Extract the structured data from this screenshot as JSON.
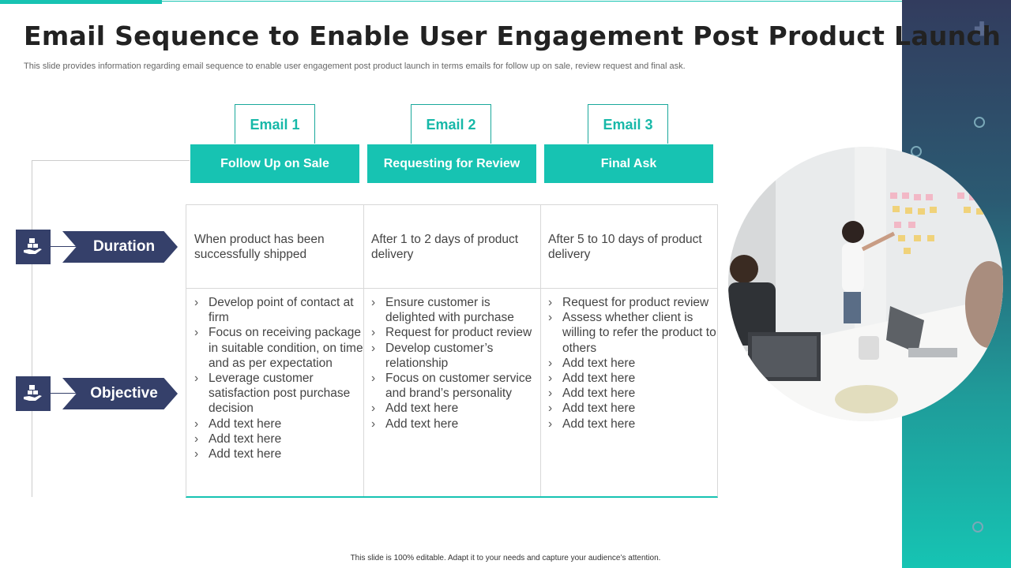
{
  "slide": {
    "title": "Email Sequence to Enable User Engagement Post Product Launch",
    "subtitle": "This slide provides information regarding email sequence to enable user engagement post product launch in terms emails for follow up on sale, review request and final ask.",
    "footer": "This slide is 100% editable.  Adapt it to your needs and capture your audience’s attention."
  },
  "emails": [
    {
      "tab": "Email 1",
      "name": "Follow Up on Sale"
    },
    {
      "tab": "Email 2",
      "name": "Requesting for Review"
    },
    {
      "tab": "Email 3",
      "name": "Final Ask"
    }
  ],
  "rows": {
    "duration": {
      "label": "Duration",
      "icon": "hand-boxes-icon"
    },
    "objective": {
      "label": "Objective",
      "icon": "hand-boxes-icon"
    }
  },
  "durations": [
    "When product has been successfully shipped",
    "After 1 to 2 days of product delivery",
    "After 5 to 10 days of product delivery"
  ],
  "objectives": [
    [
      "Develop point of contact at firm",
      "Focus on receiving package in suitable condition, on time and as per expectation",
      "Leverage customer satisfaction post purchase decision",
      "Add text here",
      "Add text here",
      "Add text here"
    ],
    [
      "Ensure customer is delighted with purchase",
      "Request for product review",
      "Develop customer’s relationship",
      "Focus on customer service and brand’s personality",
      "Add text here",
      "Add text here"
    ],
    [
      "Request for product review",
      "Assess whether client is willing to refer the product to others",
      "Add text here",
      "Add text here",
      "Add text here",
      "Add text here",
      "Add text here"
    ]
  ],
  "colors": {
    "accent": "#17c3b2",
    "navy": "#35406a",
    "band_top": "#323c5e",
    "band_bottom": "#16c4b3"
  },
  "decor": {
    "side_icons": [
      "plus-icon",
      "ring-icon"
    ]
  }
}
